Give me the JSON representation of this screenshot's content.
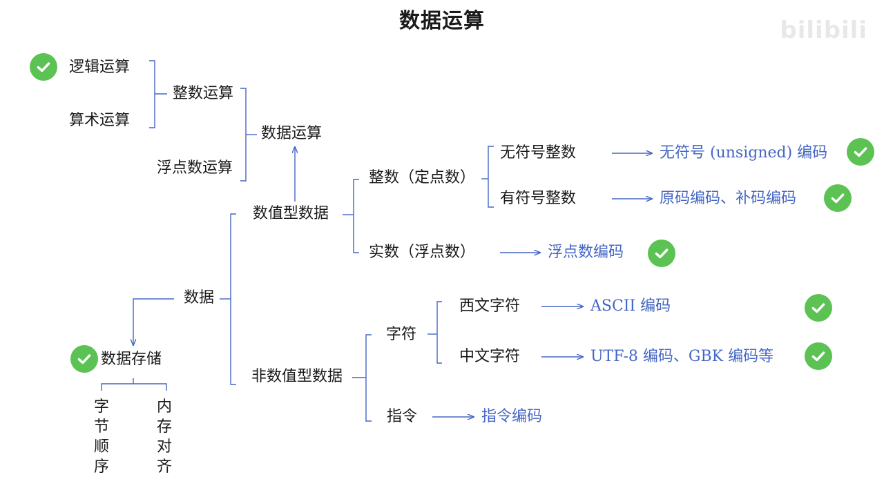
{
  "title": "数据运算",
  "watermark": "bilibili",
  "operations": {
    "logic": "逻辑运算",
    "arithmetic": "算术运算",
    "integer_op": "整数运算",
    "float_op": "浮点数运算",
    "data_op": "数据运算"
  },
  "data": {
    "root": "数据",
    "numeric": "数值型数据",
    "non_numeric": "非数值型数据",
    "storage": "数据存储",
    "byte_order": "字节顺序",
    "memory_align": "内存对齐"
  },
  "numeric_branch": {
    "integer": "整数（定点数）",
    "unsigned_int": "无符号整数",
    "signed_int": "有符号整数",
    "real": "实数（浮点数）",
    "unsigned_enc": "无符号 (unsigned) 编码",
    "signed_enc": "原码编码、补码编码",
    "float_enc": "浮点数编码"
  },
  "non_numeric_branch": {
    "char": "字符",
    "western": "西文字符",
    "chinese": "中文字符",
    "instruction": "指令",
    "ascii_enc": "ASCII 编码",
    "utf_enc": "UTF-8 编码、GBK 编码等",
    "instr_enc": "指令编码"
  },
  "colors": {
    "check": "#5cc254",
    "link_text": "#4466c4",
    "lines": "#4466c4"
  },
  "icons": [
    "check-icon"
  ]
}
